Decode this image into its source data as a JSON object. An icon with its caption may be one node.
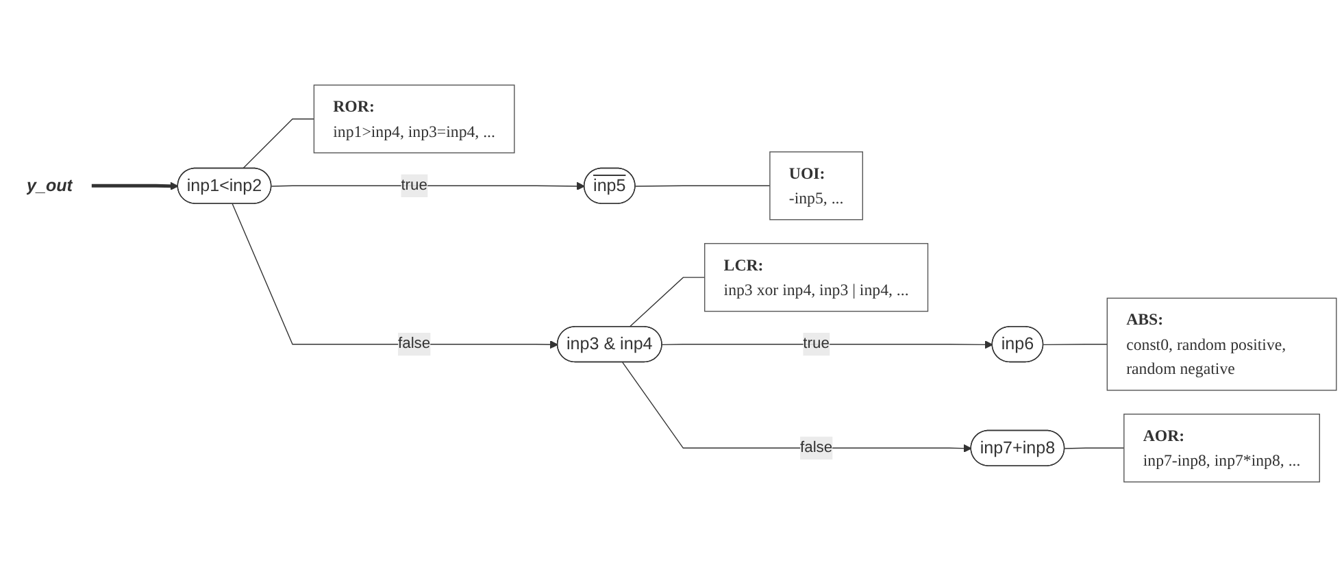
{
  "diagram": {
    "nodes": [
      {
        "text": [
          "y_out"
        ]
      },
      {
        "text": [
          "inp1<inp2"
        ]
      },
      {
        "text": [
          "inp5"
        ]
      },
      {
        "text": [
          "UOI:",
          "-inp5, ..."
        ]
      },
      {
        "text": [
          "ROR:",
          "inp1>inp4, inp3=inp4, ..."
        ]
      },
      {
        "text": [
          "inp3 & inp4"
        ]
      },
      {
        "text": [
          "inp6"
        ]
      },
      {
        "text": [
          "ABS:",
          "const0, random positive, random negative"
        ]
      },
      {
        "text": [
          "LCR:",
          "inp3 xor inp4, inp3 | inp4, ..."
        ]
      },
      {
        "text": [
          "inp7+inp8"
        ]
      },
      {
        "text": [
          "AOR:",
          "inp7-inp8, inp7*inp8, ..."
        ]
      }
    ],
    "edges": [
      {
        "from": 0,
        "to": 1,
        "arrow": "to",
        "style": "thick"
      },
      {
        "from": 1,
        "to": 2,
        "arrow": "to",
        "label": "true"
      },
      {
        "from": 2,
        "to": 3,
        "arrow": "none"
      },
      {
        "from": 1,
        "to": 4,
        "arrow": "none"
      },
      {
        "from": 1,
        "to": 5,
        "arrow": "to",
        "label": "false"
      },
      {
        "from": 5,
        "to": 6,
        "arrow": "to",
        "label": "true"
      },
      {
        "from": 6,
        "to": 7,
        "arrow": "none"
      },
      {
        "from": 5,
        "to": 8,
        "arrow": "none"
      },
      {
        "from": 5,
        "to": 9,
        "arrow": "to",
        "label": "false"
      },
      {
        "from": 9,
        "to": 10,
        "arrow": "none"
      }
    ]
  }
}
